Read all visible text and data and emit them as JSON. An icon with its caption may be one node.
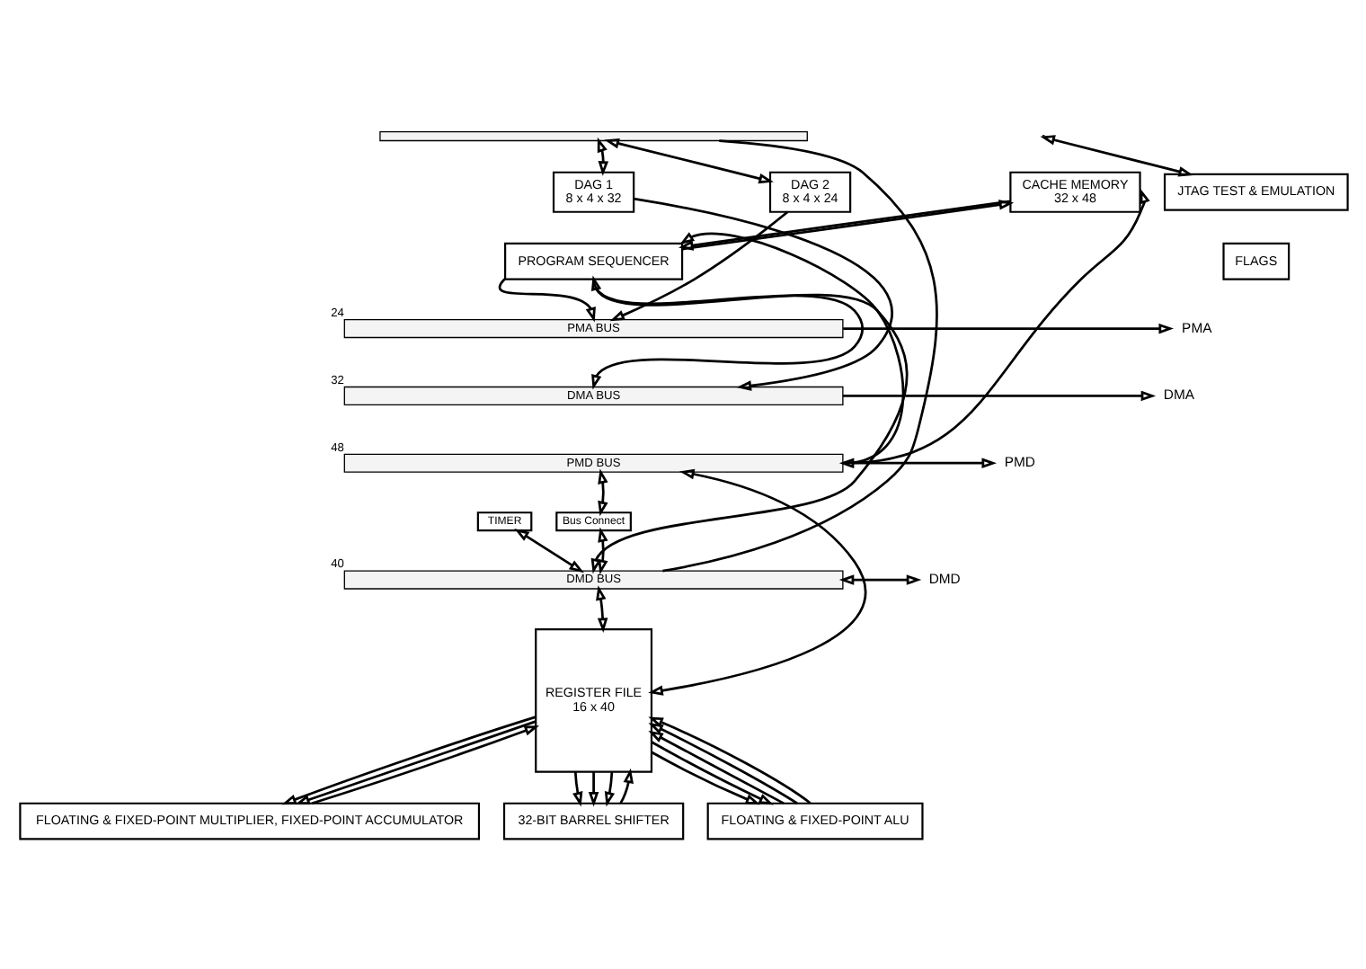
{
  "diagram": {
    "nodes": [
      {
        "text": [
          "DAG 1",
          "8 x 4 x 32"
        ]
      },
      {
        "text": [
          "DAG 2",
          "8 x 4 x 24"
        ]
      },
      {
        "text": [
          "CACHE MEMORY",
          "32 x 48"
        ]
      },
      {
        "text": [
          "PROGRAM SEQUENCER"
        ]
      },
      {
        "text": [
          "JTAG TEST & EMULATION"
        ]
      },
      {
        "text": [
          "FLAGS"
        ]
      },
      {
        "text": [
          "PMA BUS"
        ],
        "beside": [
          "24"
        ]
      },
      {
        "text": [
          "DMA BUS"
        ],
        "beside": [
          "32"
        ]
      },
      {
        "text": [
          "PMD BUS"
        ],
        "beside": [
          "48"
        ]
      },
      {
        "text": [
          "DMD BUS"
        ],
        "beside": [
          "40"
        ]
      },
      {
        "text": [
          "Bus Connect"
        ]
      },
      {
        "text": [
          "TIMER"
        ]
      },
      {
        "text": [
          "PMA"
        ]
      },
      {
        "text": [
          "DMA"
        ]
      },
      {
        "text": [
          "PMD"
        ]
      },
      {
        "text": [
          "DMD"
        ]
      },
      {
        "text": [
          "REGISTER FILE",
          "16 x 40"
        ]
      },
      {
        "text": [
          "FLOATING & FIXED-POINT MULTIPLIER, FIXED-POINT ACCUMULATOR"
        ]
      },
      {
        "text": [
          "32-BIT BARREL SHIFTER"
        ]
      },
      {
        "text": [
          "FLOATING & FIXED-POINT ALU"
        ]
      },
      {
        "text": [],
        "shape": "bar"
      }
    ],
    "edges": [
      {
        "from": 20,
        "to": 0,
        "arrow": "both"
      },
      {
        "from": 20,
        "to": 1,
        "arrow": "both"
      },
      {
        "from": 20,
        "to": 9,
        "arrow": "none"
      },
      {
        "from": 0,
        "to": 7,
        "arrow": "to"
      },
      {
        "from": 1,
        "to": 6,
        "arrow": "to"
      },
      {
        "from": 2,
        "to": 3,
        "arrow": "to"
      },
      {
        "from": 3,
        "to": 2,
        "arrow": "to"
      },
      {
        "from": 8,
        "to": 2,
        "arrow": "to"
      },
      {
        "from": 8,
        "to": 3,
        "arrow": "to"
      },
      {
        "from": 3,
        "to": 6,
        "arrow": "to"
      },
      {
        "from": 3,
        "to": 7,
        "arrow": "to"
      },
      {
        "from": 3,
        "to": 9,
        "arrow": "both"
      },
      {
        "from": 4,
        "to": null,
        "arrow": "both"
      },
      {
        "from": 6,
        "to": 12,
        "arrow": "to"
      },
      {
        "from": 7,
        "to": 13,
        "arrow": "to"
      },
      {
        "from": 8,
        "to": 14,
        "arrow": "both"
      },
      {
        "from": 9,
        "to": 15,
        "arrow": "both"
      },
      {
        "from": 10,
        "to": 8,
        "arrow": "both"
      },
      {
        "from": 10,
        "to": 9,
        "arrow": "both"
      },
      {
        "from": 11,
        "to": 9,
        "arrow": "both"
      },
      {
        "from": 9,
        "to": 16,
        "arrow": "both"
      },
      {
        "from": 8,
        "to": 16,
        "arrow": "both"
      },
      {
        "from": 16,
        "to": 17,
        "arrow": "to"
      },
      {
        "from": 16,
        "to": 17,
        "arrow": "to"
      },
      {
        "from": 17,
        "to": 16,
        "arrow": "to"
      },
      {
        "from": 16,
        "to": 18,
        "arrow": "to"
      },
      {
        "from": 16,
        "to": 18,
        "arrow": "to"
      },
      {
        "from": 16,
        "to": 18,
        "arrow": "to"
      },
      {
        "from": 16,
        "to": 19,
        "arrow": "to"
      },
      {
        "from": 16,
        "to": 19,
        "arrow": "to"
      },
      {
        "from": 18,
        "to": 16,
        "arrow": "to"
      },
      {
        "from": 19,
        "to": 16,
        "arrow": "to"
      },
      {
        "from": 19,
        "to": 16,
        "arrow": "to"
      },
      {
        "from": 19,
        "to": 16,
        "arrow": "to"
      }
    ]
  }
}
